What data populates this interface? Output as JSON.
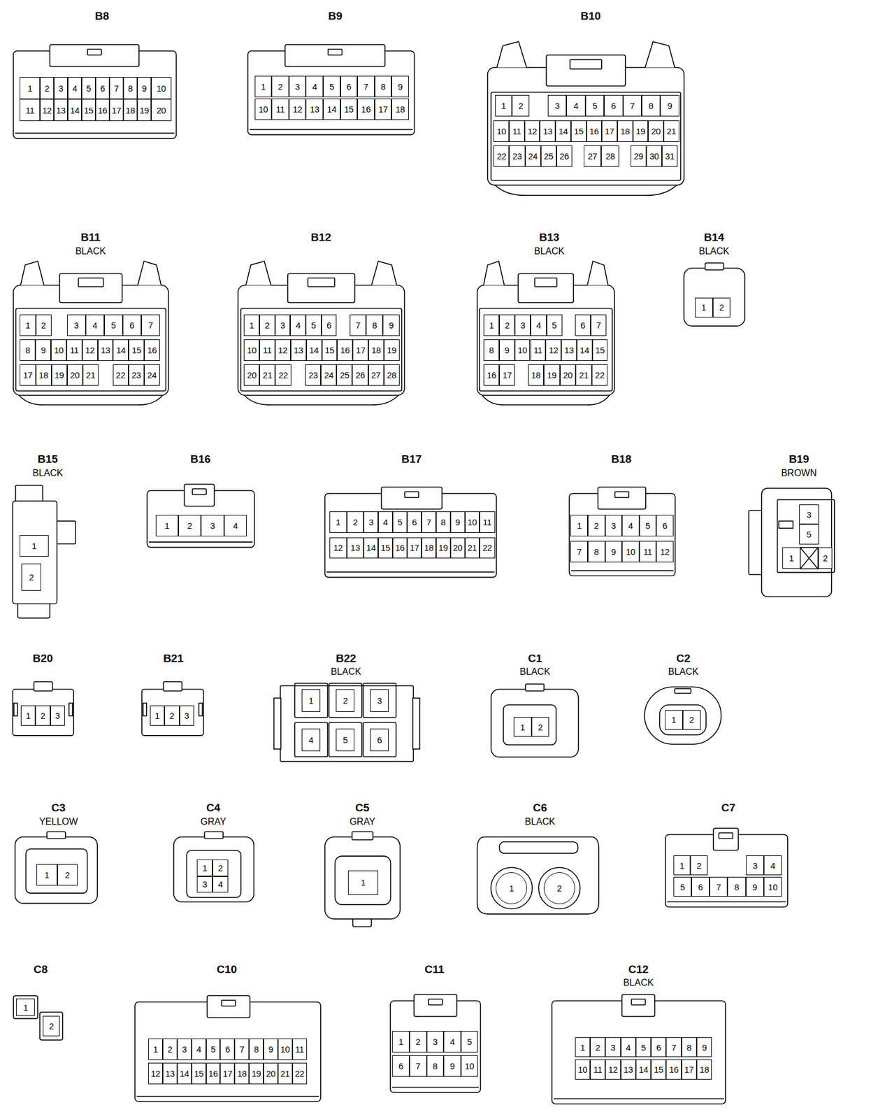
{
  "diagram": {
    "nodes": [
      {
        "text": [
          "B8",
          "1",
          "2",
          "3",
          "4",
          "5",
          "6",
          "7",
          "8",
          "9",
          "10",
          "11",
          "12",
          "13",
          "14",
          "15",
          "16",
          "17",
          "18",
          "19",
          "20"
        ]
      },
      {
        "text": [
          "B9",
          "1",
          "2",
          "3",
          "4",
          "5",
          "6",
          "7",
          "8",
          "9",
          "10",
          "11",
          "12",
          "13",
          "14",
          "15",
          "16",
          "17",
          "18"
        ]
      },
      {
        "text": [
          "B10",
          "1",
          "2",
          "3",
          "4",
          "5",
          "6",
          "7",
          "8",
          "9",
          "10",
          "11",
          "12",
          "13",
          "14",
          "15",
          "16",
          "17",
          "18",
          "19",
          "20",
          "21",
          "22",
          "23",
          "24",
          "25",
          "26",
          "27",
          "28",
          "29",
          "30",
          "31"
        ]
      },
      {
        "text": [
          "B11",
          "BLACK",
          "1",
          "2",
          "3",
          "4",
          "5",
          "6",
          "7",
          "8",
          "9",
          "10",
          "11",
          "12",
          "13",
          "14",
          "15",
          "16",
          "17",
          "18",
          "19",
          "20",
          "21",
          "22",
          "23",
          "24"
        ]
      },
      {
        "text": [
          "B12",
          "1",
          "2",
          "3",
          "4",
          "5",
          "6",
          "7",
          "8",
          "9",
          "10",
          "11",
          "12",
          "13",
          "14",
          "15",
          "16",
          "17",
          "18",
          "19",
          "20",
          "21",
          "22",
          "23",
          "24",
          "25",
          "26",
          "27",
          "28"
        ]
      },
      {
        "text": [
          "B13",
          "BLACK",
          "1",
          "2",
          "3",
          "4",
          "5",
          "6",
          "7",
          "8",
          "9",
          "10",
          "11",
          "12",
          "13",
          "14",
          "15",
          "16",
          "17",
          "18",
          "19",
          "20",
          "21",
          "22"
        ]
      },
      {
        "text": [
          "B14",
          "BLACK",
          "1",
          "2"
        ]
      },
      {
        "text": [
          "B15",
          "BLACK",
          "1",
          "2"
        ]
      },
      {
        "text": [
          "B16",
          "1",
          "2",
          "3",
          "4"
        ]
      },
      {
        "text": [
          "B17",
          "1",
          "2",
          "3",
          "4",
          "5",
          "6",
          "7",
          "8",
          "9",
          "10",
          "11",
          "12",
          "13",
          "14",
          "15",
          "16",
          "17",
          "18",
          "19",
          "20",
          "21",
          "22"
        ]
      },
      {
        "text": [
          "B18",
          "1",
          "2",
          "3",
          "4",
          "5",
          "6",
          "7",
          "8",
          "9",
          "10",
          "11",
          "12"
        ]
      },
      {
        "text": [
          "B19",
          "BROWN",
          "3",
          "5",
          "1",
          "2"
        ]
      },
      {
        "text": [
          "B20",
          "1",
          "2",
          "3"
        ]
      },
      {
        "text": [
          "B21",
          "1",
          "2",
          "3"
        ]
      },
      {
        "text": [
          "B22",
          "BLACK",
          "1",
          "2",
          "3",
          "4",
          "5",
          "6"
        ]
      },
      {
        "text": [
          "C1",
          "BLACK",
          "1",
          "2"
        ]
      },
      {
        "text": [
          "C2",
          "BLACK",
          "1",
          "2"
        ]
      },
      {
        "text": [
          "C3",
          "YELLOW",
          "1",
          "2"
        ]
      },
      {
        "text": [
          "C4",
          "GRAY",
          "1",
          "2",
          "3",
          "4"
        ]
      },
      {
        "text": [
          "C5",
          "GRAY",
          "1"
        ]
      },
      {
        "text": [
          "C6",
          "BLACK",
          "1",
          "2"
        ]
      },
      {
        "text": [
          "C7",
          "1",
          "2",
          "3",
          "4",
          "5",
          "6",
          "7",
          "8",
          "9",
          "10"
        ]
      },
      {
        "text": [
          "C8",
          "1",
          "2"
        ]
      },
      {
        "text": [
          "C10",
          "1",
          "2",
          "3",
          "4",
          "5",
          "6",
          "7",
          "8",
          "9",
          "10",
          "11",
          "12",
          "13",
          "14",
          "15",
          "16",
          "17",
          "18",
          "19",
          "20",
          "21",
          "22"
        ]
      },
      {
        "text": [
          "C11",
          "1",
          "2",
          "3",
          "4",
          "5",
          "6",
          "7",
          "8",
          "9",
          "10"
        ]
      },
      {
        "text": [
          "C12",
          "BLACK",
          "1",
          "2",
          "3",
          "4",
          "5",
          "6",
          "7",
          "8",
          "9",
          "10",
          "11",
          "12",
          "13",
          "14",
          "15",
          "16",
          "17",
          "18"
        ]
      }
    ]
  }
}
